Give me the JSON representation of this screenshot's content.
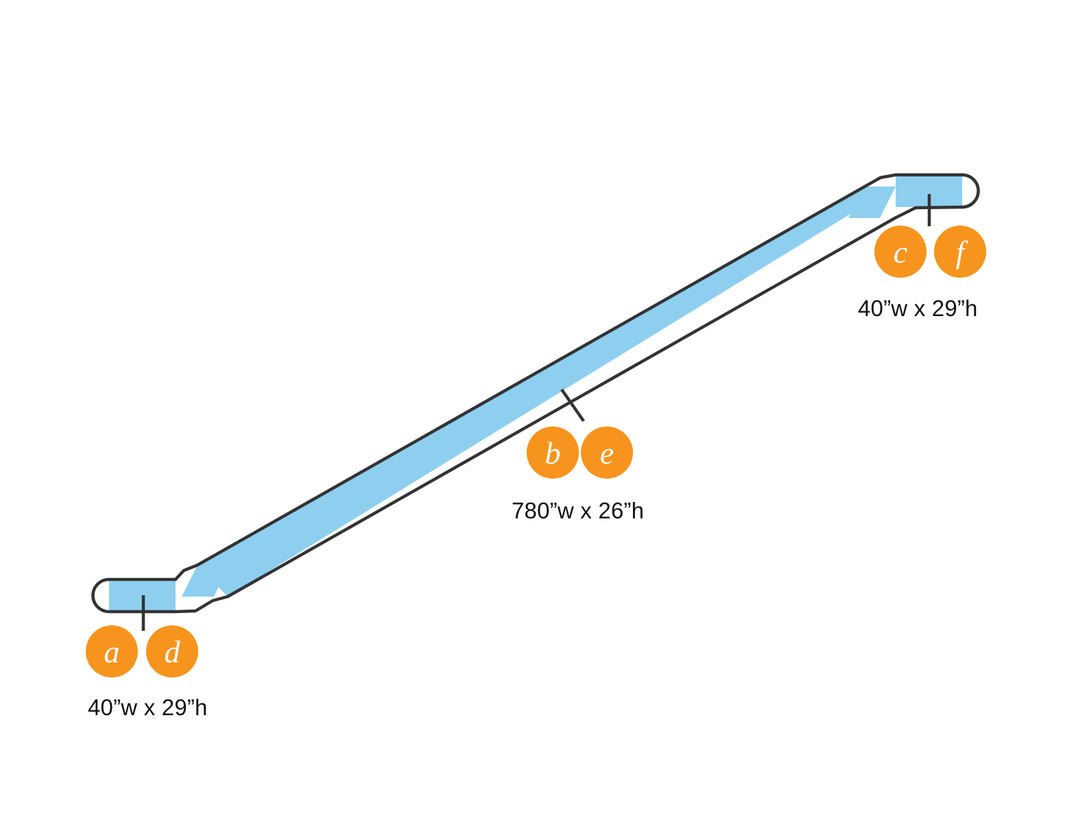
{
  "diagram": {
    "title": "Ramp / walkway segment dimension diagram",
    "colors": {
      "band_fill": "#8ECFF0",
      "outline": "#333333",
      "badge_fill": "#F7941E",
      "badge_text": "#FFFFFF",
      "label_text": "#111111",
      "background": "#FFFFFF"
    },
    "segments": [
      {
        "id": "left-end",
        "badges": [
          "a",
          "d"
        ],
        "dimension": "40”w x 29”h"
      },
      {
        "id": "middle-run",
        "badges": [
          "b",
          "e"
        ],
        "dimension": "780”w x 26”h"
      },
      {
        "id": "right-end",
        "badges": [
          "c",
          "f"
        ],
        "dimension": "40”w x 29”h"
      }
    ],
    "labels": {
      "left_dimension": "40”w x 29”h",
      "middle_dimension": "780”w x 26”h",
      "right_dimension": "40”w x 29”h"
    },
    "badges": {
      "a": "a",
      "b": "b",
      "c": "c",
      "d": "d",
      "e": "e",
      "f": "f"
    }
  }
}
